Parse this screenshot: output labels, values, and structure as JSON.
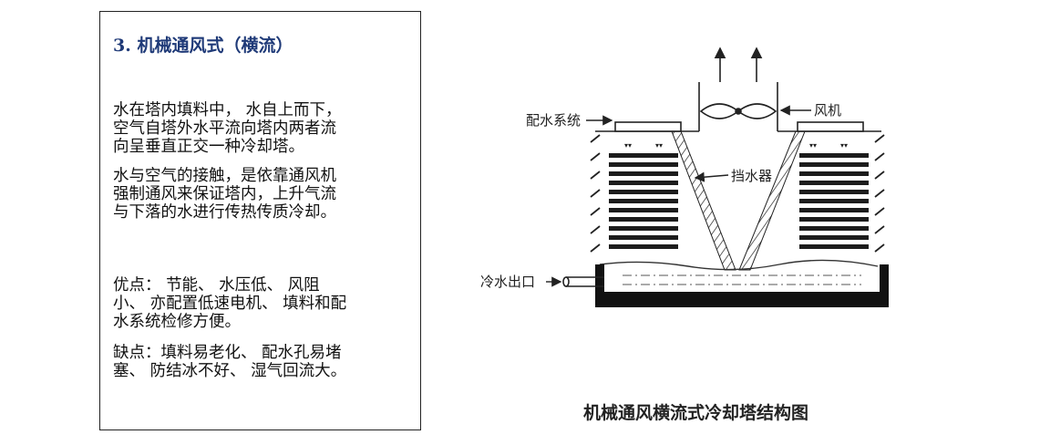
{
  "panel": {
    "title": "3. 机械通风式（横流）",
    "p1_lines": [
      "水在塔内填料中， 水自上而下，",
      "空气自塔外水平流向塔内两者流",
      "向呈垂直正交一种冷却塔。"
    ],
    "p2_lines": [
      "水与空气的接触，是依靠通风机",
      "强制通风来保证塔内，上升气流",
      "与下落的水进行传热传质冷却。"
    ],
    "p3_lines": [
      "优点： 节能、 水压低、 风阻",
      "小、 亦配置低速电机、 填料和配",
      "水系统检修方便。"
    ],
    "p4_lines": [
      "缺点：填料易老化、 配水孔易堵",
      "塞、 防结冰不好、 湿气回流大。"
    ]
  },
  "diagram": {
    "labels": {
      "distribution": "配水系统",
      "fan": "风机",
      "eliminator": "挡水器",
      "outlet": "冷水出口"
    },
    "caption": "机械通风横流式冷却塔结构图"
  }
}
